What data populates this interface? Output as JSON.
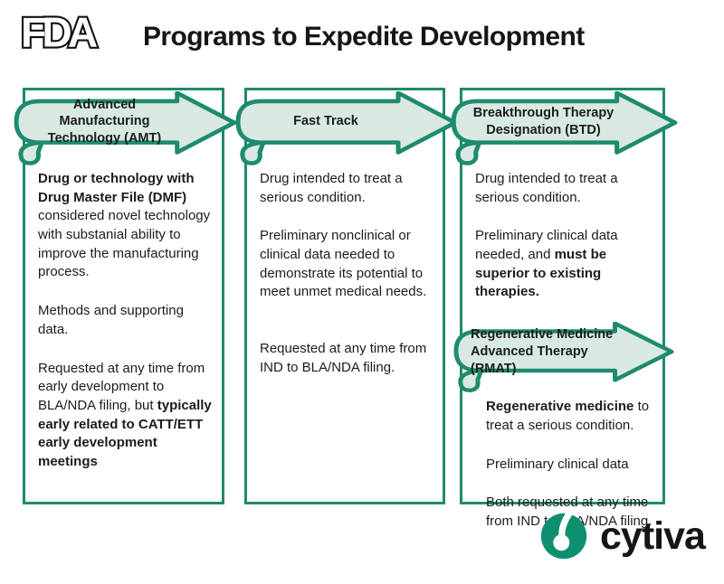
{
  "header": {
    "fda_label": "FDA",
    "title": "Programs to Expedite Development"
  },
  "colors": {
    "teal_border": "#1F8A6E",
    "arrow_fill": "#D8E9E2",
    "text": "#1C1C1C",
    "cytiva_green": "#0E8F70"
  },
  "columns": [
    {
      "arrow_label": "Advanced Manufacturing Technology (AMT)",
      "paragraphs": [
        {
          "segments": [
            {
              "b": 1,
              "t": "Drug or technology with Drug Master File (DMF)"
            },
            {
              "b": 0,
              "t": " considered novel technology with substanial ability to improve the manufacturing process."
            }
          ]
        },
        {
          "segments": [
            {
              "b": 0,
              "t": "Methods and supporting data."
            }
          ]
        },
        {
          "segments": [
            {
              "b": 0,
              "t": "Requested at any time from early development to BLA/NDA filing, but "
            },
            {
              "b": 1,
              "t": "typically early related to CATT/ETT early development meetings"
            }
          ]
        }
      ]
    },
    {
      "arrow_label": "Fast Track",
      "paragraphs": [
        {
          "segments": [
            {
              "b": 0,
              "t": "Drug intended to treat a serious condition."
            }
          ]
        },
        {
          "segments": [
            {
              "b": 0,
              "t": "Preliminary nonclinical or clinical data needed to demonstrate its potential to meet unmet medical needs."
            }
          ]
        },
        {
          "gap": "large",
          "segments": [
            {
              "b": 0,
              "t": "Requested at any time from IND to BLA/NDA filing."
            }
          ]
        }
      ]
    },
    {
      "arrow_label": "Breakthrough Therapy Designation (BTD)",
      "paragraphs": [
        {
          "segments": [
            {
              "b": 0,
              "t": "Drug intended to treat a serious condition."
            }
          ]
        },
        {
          "segments": [
            {
              "b": 0,
              "t": "Preliminary clinical data needed, and "
            },
            {
              "b": 1,
              "t": "must be superior to existing therapies."
            }
          ]
        }
      ],
      "sub_arrow_label": "Regenerative Medicine Advanced Therapy (RMAT)",
      "sub_paragraphs": [
        {
          "segments": [
            {
              "b": 1,
              "t": "Regenerative medicine"
            },
            {
              "b": 0,
              "t": " to treat a serious condition."
            }
          ]
        },
        {
          "segments": [
            {
              "b": 0,
              "t": "Preliminary clinical data"
            }
          ]
        },
        {
          "segments": [
            {
              "b": 0,
              "t": "Both requested at any time from IND to BLA/NDA filing."
            }
          ]
        }
      ]
    }
  ],
  "footer": {
    "brand": "cytiva"
  }
}
